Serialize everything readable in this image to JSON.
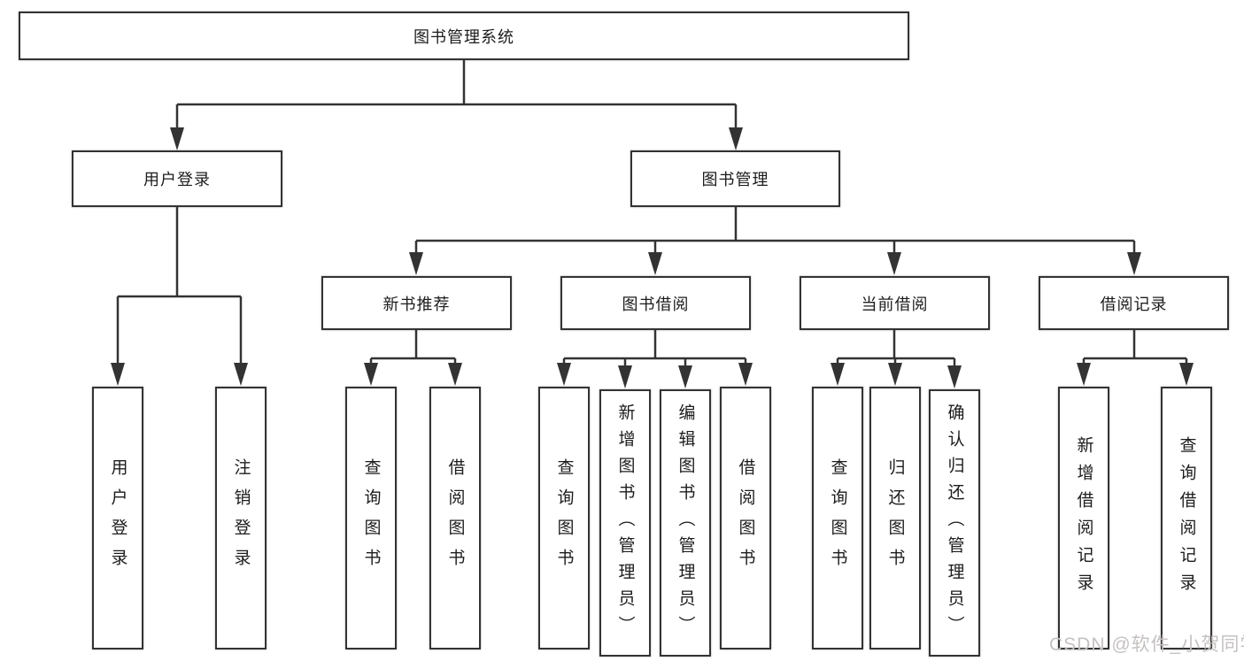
{
  "tree": {
    "label": "图书管理系统",
    "children": [
      {
        "label": "用户登录",
        "children": [
          {
            "label": "用户登录"
          },
          {
            "label": "注销登录"
          }
        ]
      },
      {
        "label": "图书管理",
        "children": [
          {
            "label": "新书推荐",
            "children": [
              {
                "label": "查询图书"
              },
              {
                "label": "借阅图书"
              }
            ]
          },
          {
            "label": "图书借阅",
            "children": [
              {
                "label": "查询图书"
              },
              {
                "label": "新增图书（管理员）"
              },
              {
                "label": "编辑图书（管理员）"
              },
              {
                "label": "借阅图书"
              }
            ]
          },
          {
            "label": "当前借阅",
            "children": [
              {
                "label": "查询图书"
              },
              {
                "label": "归还图书"
              },
              {
                "label": "确认归还（管理员）"
              }
            ]
          },
          {
            "label": "借阅记录",
            "children": [
              {
                "label": "新增借阅记录"
              },
              {
                "label": "查询借阅记录"
              }
            ]
          }
        ]
      }
    ]
  },
  "watermark": {
    "text": "CSDN @软件_小贺同学"
  },
  "colors": {
    "line": "#333333",
    "text": "#1c1c1c",
    "watermark": "#c6c1c1",
    "background": "#ffffff"
  }
}
